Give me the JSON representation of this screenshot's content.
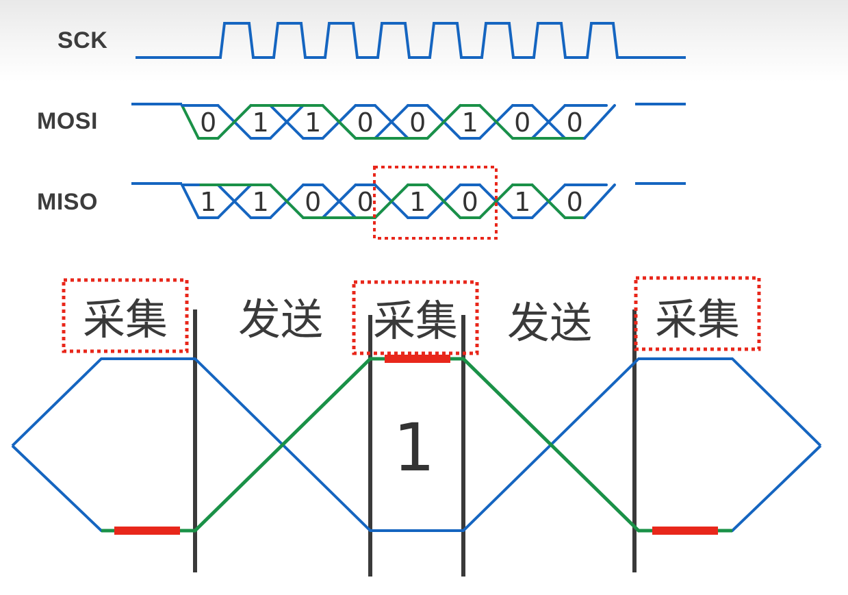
{
  "signals": {
    "sck": {
      "label": "SCK"
    },
    "mosi": {
      "label": "MOSI",
      "bits": [
        "0",
        "1",
        "1",
        "0",
        "0",
        "1",
        "0",
        "0"
      ]
    },
    "miso": {
      "label": "MISO",
      "bits": [
        "1",
        "1",
        "0",
        "0",
        "1",
        "0",
        "1",
        "0"
      ]
    }
  },
  "phases": [
    "采集",
    "发送",
    "采集",
    "发送",
    "采集"
  ],
  "zoom_bit": "1",
  "colors": {
    "wire": "#1565c0",
    "data": "#1a9147",
    "highlight": "#e8271b",
    "divider": "#3a3a3a",
    "text": "#333333"
  }
}
